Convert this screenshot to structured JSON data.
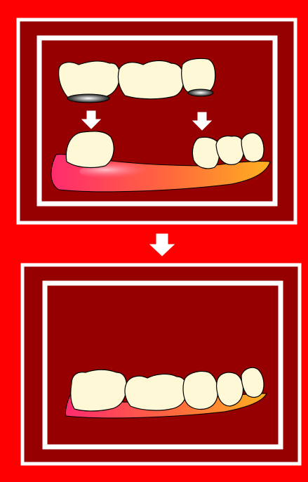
{
  "diagram": {
    "colors": {
      "background": "#ff0000",
      "panel": "#960000",
      "frame": "#ffffff",
      "tooth": "#fff8d6",
      "tooth_outline": "#000000",
      "gum_light": "#ff2b6e",
      "gum_dark": "#ffb020",
      "abutment_shadow": "#3a3a3a",
      "arrow": "#ffffff"
    },
    "panels": [
      {
        "id": "before",
        "description_key": "bridge-placement"
      },
      {
        "id": "after",
        "description_key": "bridge-seated"
      }
    ],
    "icons": [
      "down-arrow-icon",
      "down-arrow-icon",
      "down-arrow-icon"
    ]
  }
}
